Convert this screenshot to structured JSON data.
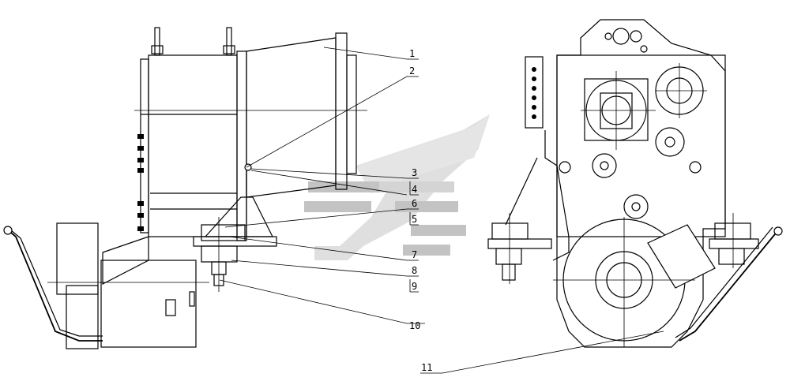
{
  "callouts": [
    {
      "id": "c1",
      "text": "1"
    },
    {
      "id": "c2",
      "text": "2"
    },
    {
      "id": "c3",
      "text": "3"
    },
    {
      "id": "c4",
      "text": "4"
    },
    {
      "id": "c5",
      "text": "5"
    },
    {
      "id": "c6",
      "text": "6"
    },
    {
      "id": "c7",
      "text": "7"
    },
    {
      "id": "c8",
      "text": "8"
    },
    {
      "id": "c9",
      "text": "9"
    },
    {
      "id": "c10",
      "text": "10"
    },
    {
      "id": "c11",
      "text": "11"
    }
  ],
  "colors": {
    "line": "#000000",
    "background": "#ffffff",
    "watermark_light": "#d9d9d9",
    "watermark_dark": "#bdbdbd"
  }
}
